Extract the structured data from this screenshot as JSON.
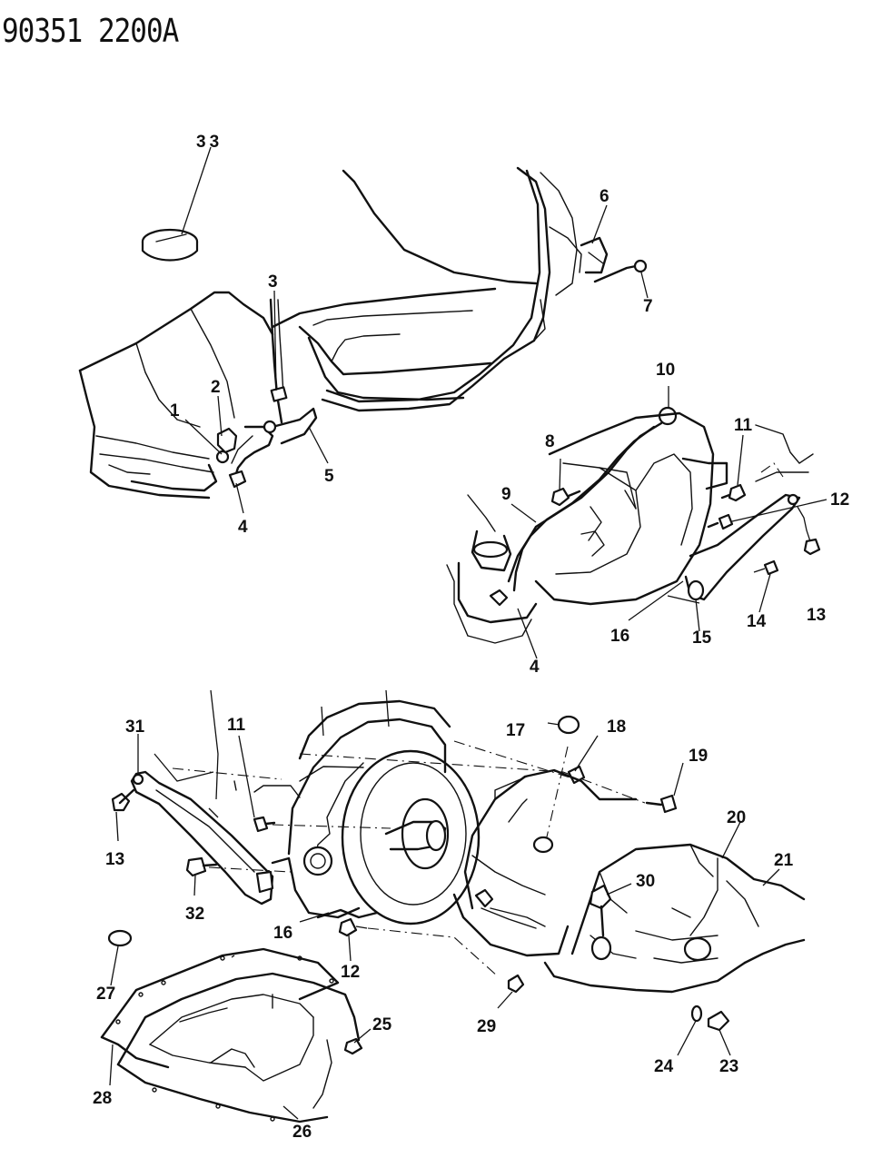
{
  "header": {
    "document_id": "90351 2200A"
  },
  "callouts": [
    "1",
    "2",
    "3",
    "4",
    "5",
    "6",
    "7",
    "8",
    "9",
    "10",
    "11",
    "12",
    "13",
    "14",
    "15",
    "16",
    "4",
    "33",
    "17",
    "18",
    "19",
    "20",
    "21",
    "30",
    "11",
    "31",
    "13",
    "32",
    "16",
    "12",
    "27",
    "25",
    "28",
    "26",
    "29",
    "24",
    "23"
  ]
}
